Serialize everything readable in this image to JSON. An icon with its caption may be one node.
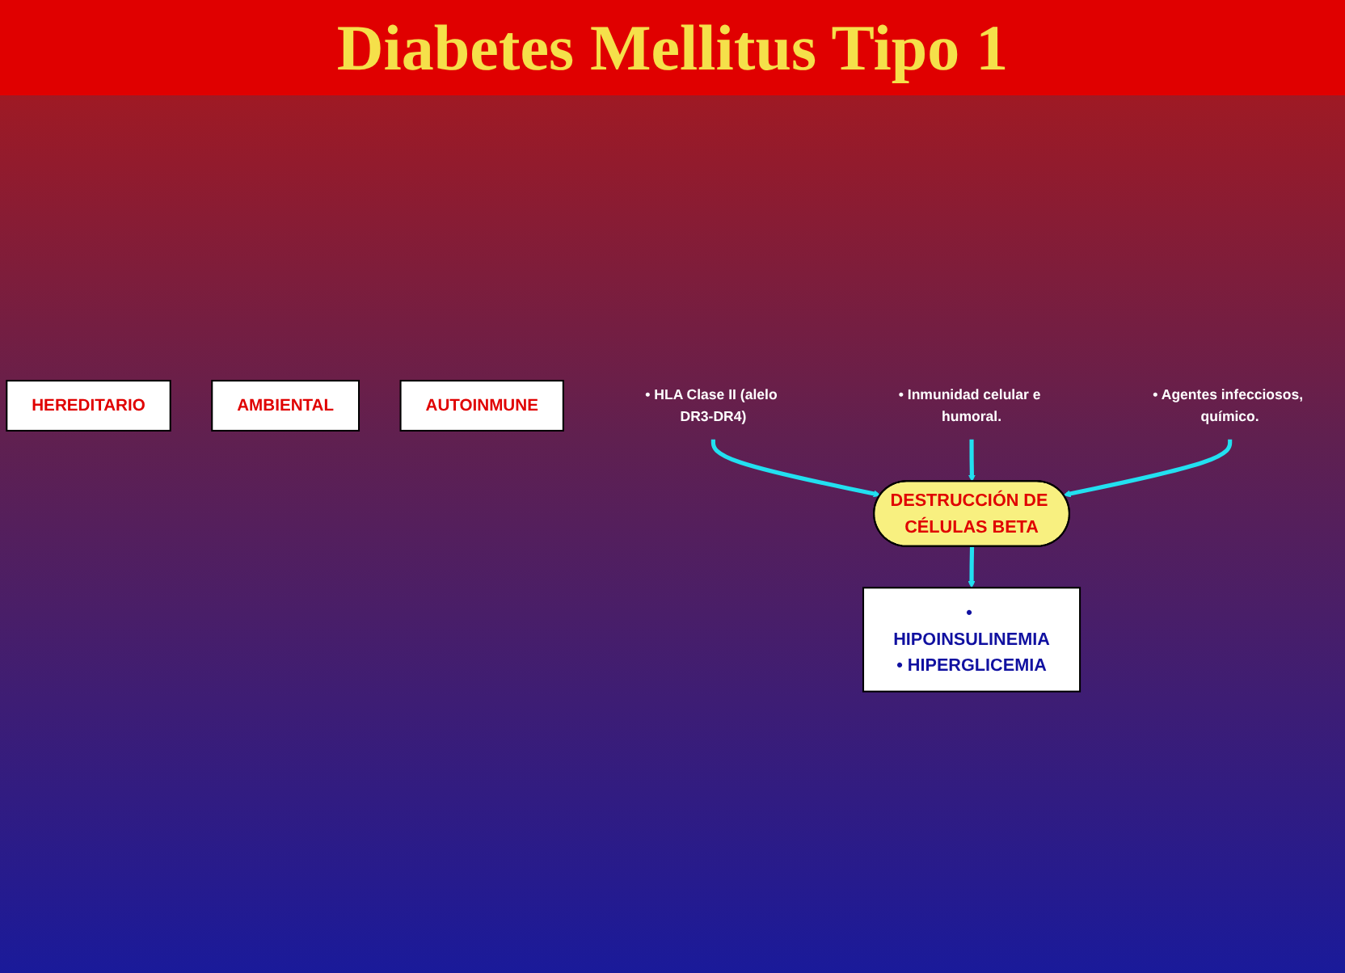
{
  "diagram": {
    "title": "Diabetes Mellitus Tipo 1",
    "nodes": [
      {
        "text": [
          "HEREDITARIO"
        ]
      },
      {
        "text": [
          "AMBIENTAL"
        ]
      },
      {
        "text": [
          "AUTOINMUNE"
        ]
      },
      {
        "text": [
          "• HLA Clase II (alelo DR3-DR4)"
        ]
      },
      {
        "text": [
          "• Inmunidad celular e humoral."
        ]
      },
      {
        "text": [
          "• Agentes infecciosos, químico."
        ]
      },
      {
        "text": [
          "DESTRUCCIÓN DE CÉLULAS BETA"
        ]
      },
      {
        "text": [
          "• HIPOINSULINEMIA",
          "• HIPERGLICEMIA"
        ]
      }
    ],
    "edges": [
      {
        "from": 3,
        "to": 6,
        "arrow": "to"
      },
      {
        "from": 4,
        "to": 6,
        "arrow": "to"
      },
      {
        "from": 5,
        "to": 6,
        "arrow": "to"
      },
      {
        "from": 6,
        "to": 7,
        "arrow": "to"
      }
    ]
  }
}
